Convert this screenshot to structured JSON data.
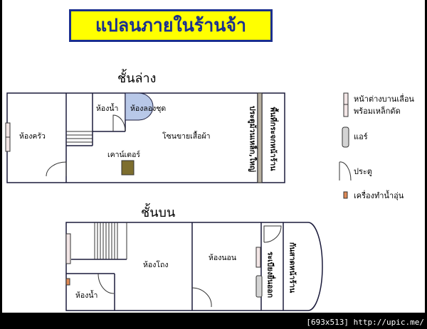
{
  "title": "แปลนภายในร้านจ้า",
  "ground_floor": {
    "label": "ชั้นล่าง",
    "rooms": {
      "kitchen": "ห้องครัว",
      "bathroom": "ห้องน้ำ",
      "fitting_room": "ห้องลองชุด",
      "sales_zone": "โซนขายเสื้อผ้า",
      "counter": "เคาน์เตอร์",
      "door": "ประตูม้วนเหล็ก,ใหญ่",
      "glass_front": "พื้นที่กระจกหน้าร้าน"
    }
  },
  "upper_floor": {
    "label": "ชั้นบน",
    "rooms": {
      "hall": "ห้องโถง",
      "bedroom": "ห้องนอน",
      "bathroom": "ห้องน้ำ",
      "balcony": "ระเบียงยื่นออก",
      "awning": "กันสาดหน้าร้าน"
    }
  },
  "legend": {
    "window": "หน้าต่างบานเลื่อน",
    "window2": "พร้อมเหล็กดัด",
    "aircon": "แอร์",
    "door": "ประตู",
    "water_heater": "เครื่องทำน้ำอุ่น"
  },
  "colors": {
    "title_bg": "#ffff00",
    "title_text": "#1a2f8f",
    "fitting_room": "#b8c8e8",
    "counter": "#7d6e2e",
    "aircon": "#d4d4d4",
    "heater": "#e08a55",
    "window": "#f3e6e6"
  },
  "watermark": "[693x513] http://upic.me/"
}
